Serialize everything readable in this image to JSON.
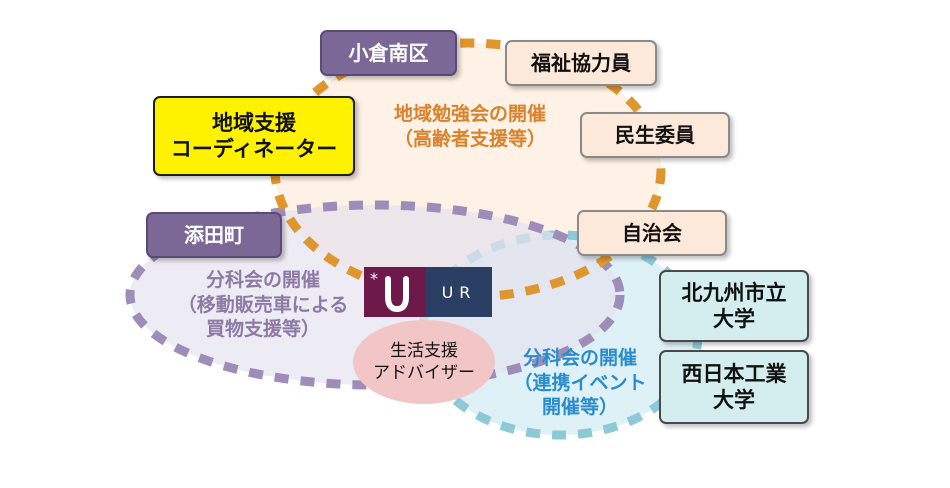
{
  "groups": {
    "top": {
      "caption": [
        "地域勉強会の開催",
        "（高齢者支援等）"
      ],
      "color": "#e0962f"
    },
    "left": {
      "caption": [
        "分科会の開催",
        "（移動販売車による",
        "買物支援等）"
      ],
      "color": "#9e8db8"
    },
    "right": {
      "caption": [
        "分科会の開催",
        "（連携イベント",
        "開催等）"
      ],
      "color": "#8ec9d6"
    }
  },
  "boxes": {
    "kokura_minami": "小倉南区",
    "fukushi": "福祉協力員",
    "chiiki_coord": [
      "地域支援",
      "コーディネーター"
    ],
    "minsei": "民生委員",
    "soeda": "添田町",
    "jichikai": "自治会",
    "kitakyushu_univ": [
      "北九州市立",
      "大学"
    ],
    "nishinippon_univ": [
      "西日本工業",
      "大学"
    ]
  },
  "center": {
    "logo_text": "UR",
    "label": [
      "生活支援",
      "アドバイザー"
    ]
  }
}
